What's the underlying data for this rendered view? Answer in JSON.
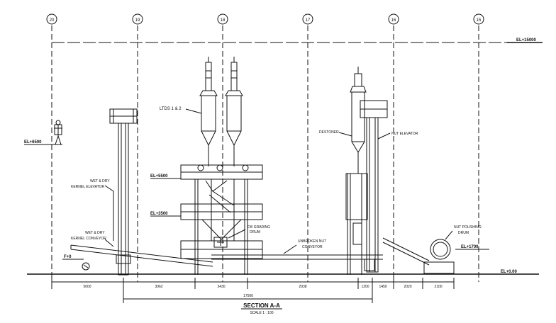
{
  "drawing": {
    "grid_lines": [
      "20",
      "19",
      "18",
      "17",
      "16",
      "15"
    ],
    "levels": {
      "top": "EL+15000",
      "person": "EL+6500",
      "upper": "EL+5500",
      "middle": "EL+3500",
      "right_platform": "EL+1700",
      "ground_right": "EL+0.00",
      "ground_left": "F+0"
    },
    "labels": {
      "ltds": "LTDS 1 & 2",
      "wet_dry_kernel_elevator": [
        "WET & DRY",
        "KERNEL ELEVATOR"
      ],
      "wet_dry_kernel_conveyor": [
        "WET & DRY",
        "KERNEL CONVEYOR"
      ],
      "cw_grading_drum": [
        "CW GRADING",
        "DRUM"
      ],
      "unbroken_nut_conveyor": [
        "UNBROKEN NUT",
        "CONVEYOR"
      ],
      "destoner": "DESTONER",
      "nut_elevator": "NUT ELEVATOR",
      "nut_polishing_drum": [
        "NUT POLISHING",
        "DRUM"
      ]
    },
    "dimensions": {
      "segments": [
        "5000",
        "3062",
        "3430",
        "2938",
        "1200",
        "1450",
        "2020",
        "2100"
      ],
      "overall": "17500"
    },
    "title": "SECTION  A-A",
    "scale": "SCALE  1 : 100"
  }
}
